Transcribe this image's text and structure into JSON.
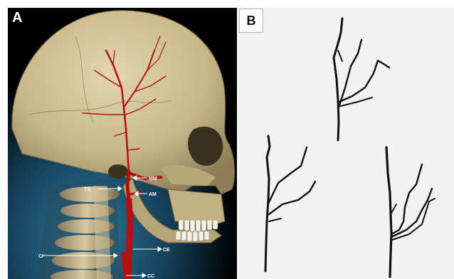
{
  "panels": {
    "a": {
      "letter": "A"
    },
    "b": {
      "letter": "B"
    }
  },
  "anatomy_labels": {
    "ts": "TS",
    "mm": "MM",
    "am": "AM",
    "ci": "CI",
    "ce": "CE",
    "cc": "CC"
  },
  "colors": {
    "artery": "#b01212",
    "skull": "#c9b98c",
    "background_glow": "#1e5a7a",
    "panel_b_background": "#f2f2f2",
    "vessel_trace": "#111111"
  },
  "icons": {
    "skull": "lateral-skull-illustration",
    "cervical_spine": "cervical-vertebrae-illustration",
    "arrows": "label-arrow"
  }
}
